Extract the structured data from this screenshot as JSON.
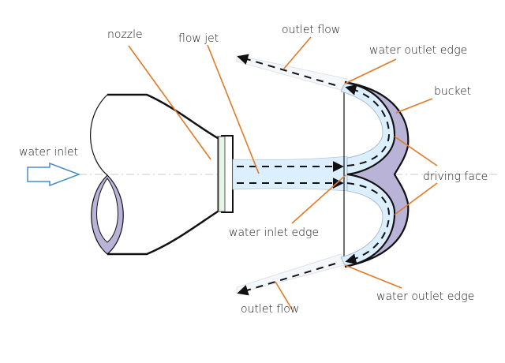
{
  "title": "Pelton turbine bucket and nozzle diagram",
  "colors": {
    "leader": "#e07a26",
    "water": "#dcefff",
    "bucket": "#b9b3d8",
    "nozzle_tip": "#e6f5e6",
    "inlet_arrow": "#4a8cc8",
    "outline": "#111111"
  },
  "labels": {
    "nozzle": "nozzle",
    "flow_jet": "flow jet",
    "outlet_flow_top": "outlet flow",
    "water_outlet_edge_top": "water outlet edge",
    "bucket": "bucket",
    "water_inlet": "water inlet",
    "driving_face": "driving face",
    "water_inlet_edge": "water inlet edge",
    "outlet_flow_bottom": "outlet flow",
    "water_outlet_edge_bottom": "water outlet edge"
  }
}
